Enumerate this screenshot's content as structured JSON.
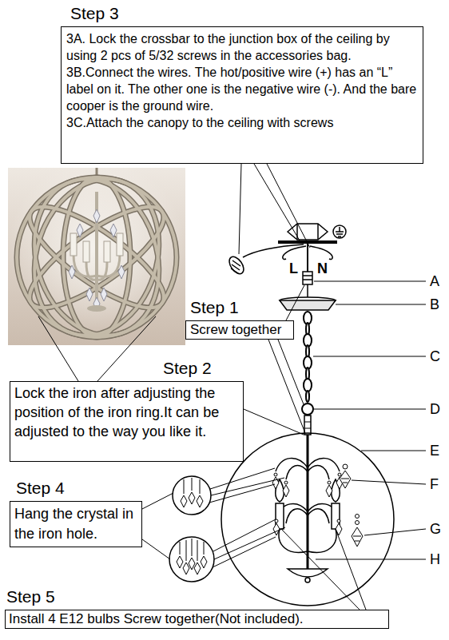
{
  "diagram": {
    "nodes": [
      {
        "text": [
          "Step 3",
          "3A. Lock the crossbar to the junction box of the ceiling by using 2 pcs of 5/32 screws in the accessories bag.",
          "3B.Connect the wires. The hot/positive wire (+) has an “L” label on it. The other one is the negative wire (-). And the bare cooper is the ground wire.",
          "3C.Attach the canopy to the ceiling with screws"
        ]
      },
      {
        "text": [
          "Step 1",
          "Screw together"
        ]
      },
      {
        "text": [
          "Step 2",
          "Lock the iron after adjusting the position of the iron ring.It can be adjusted to the way you like it."
        ]
      },
      {
        "text": [
          "Step 4",
          "Hang the crystal in the iron hole."
        ]
      },
      {
        "text": [
          "Step 5",
          "Install 4 E12 bulbs Screw together(Not included)."
        ]
      }
    ],
    "labels": [
      "L",
      "N",
      "A",
      "B",
      "C",
      "D",
      "E",
      "F",
      "G",
      "H"
    ]
  }
}
